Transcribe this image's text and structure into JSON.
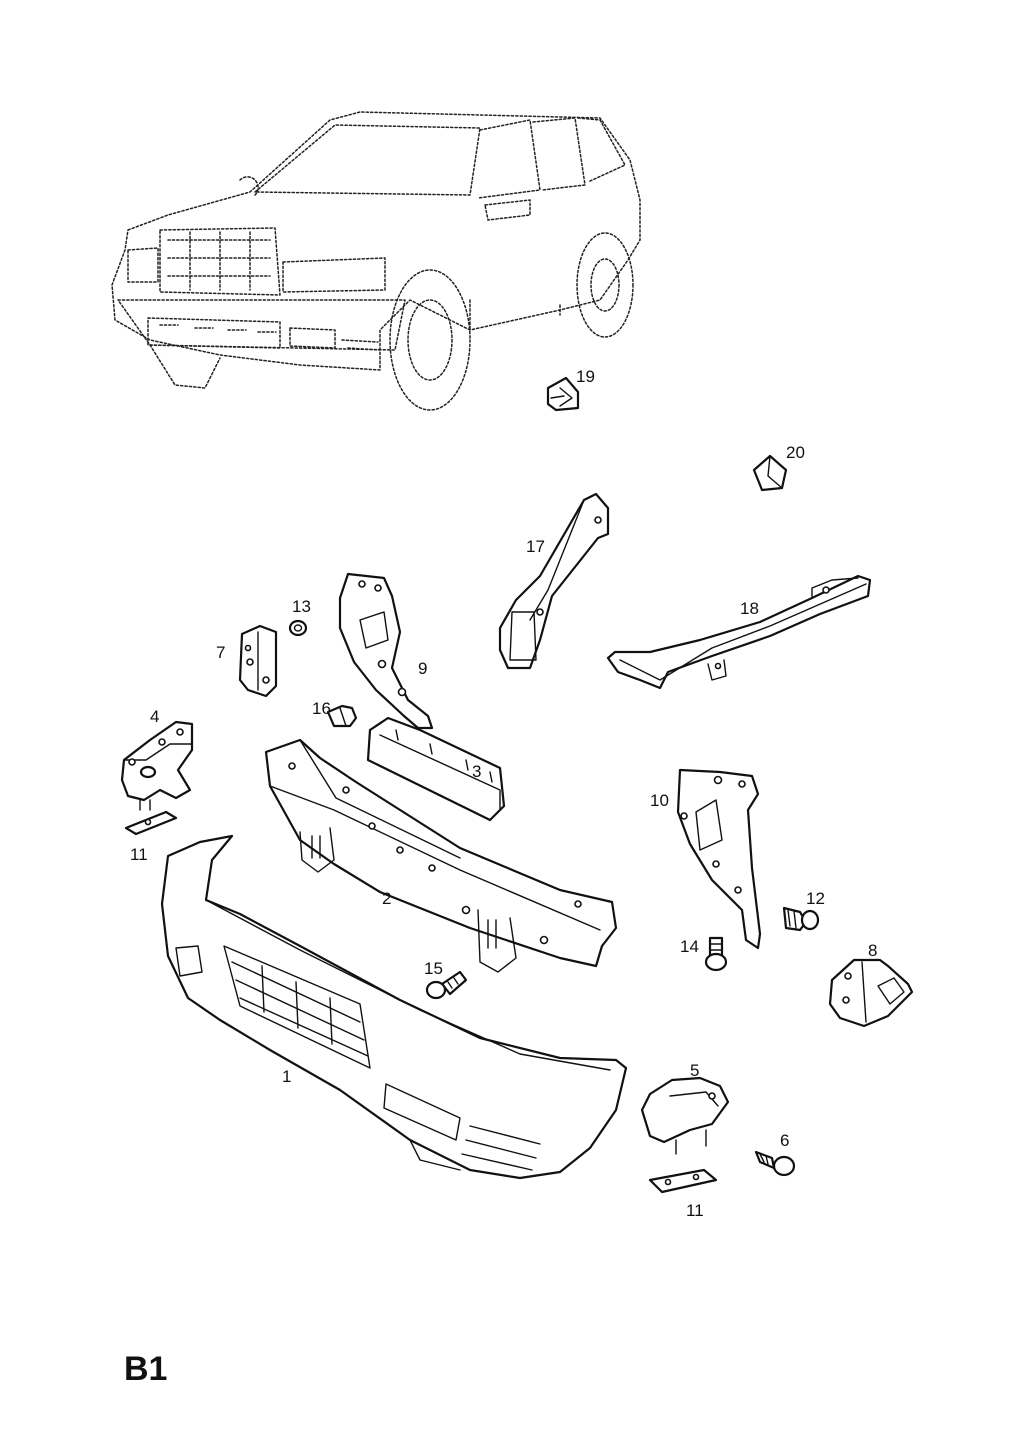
{
  "sheet_id": "B1",
  "callouts": {
    "p1": "1",
    "p2": "2",
    "p3": "3",
    "p4": "4",
    "p5": "5",
    "p6": "6",
    "p7": "7",
    "p8": "8",
    "p9": "9",
    "p10": "10",
    "p11a": "11",
    "p11b": "11",
    "p12": "12",
    "p13": "13",
    "p14": "14",
    "p15": "15",
    "p16": "16",
    "p17": "17",
    "p18": "18",
    "p19": "19",
    "p20": "20"
  },
  "colors": {
    "line": "#111111",
    "background": "#ffffff"
  }
}
